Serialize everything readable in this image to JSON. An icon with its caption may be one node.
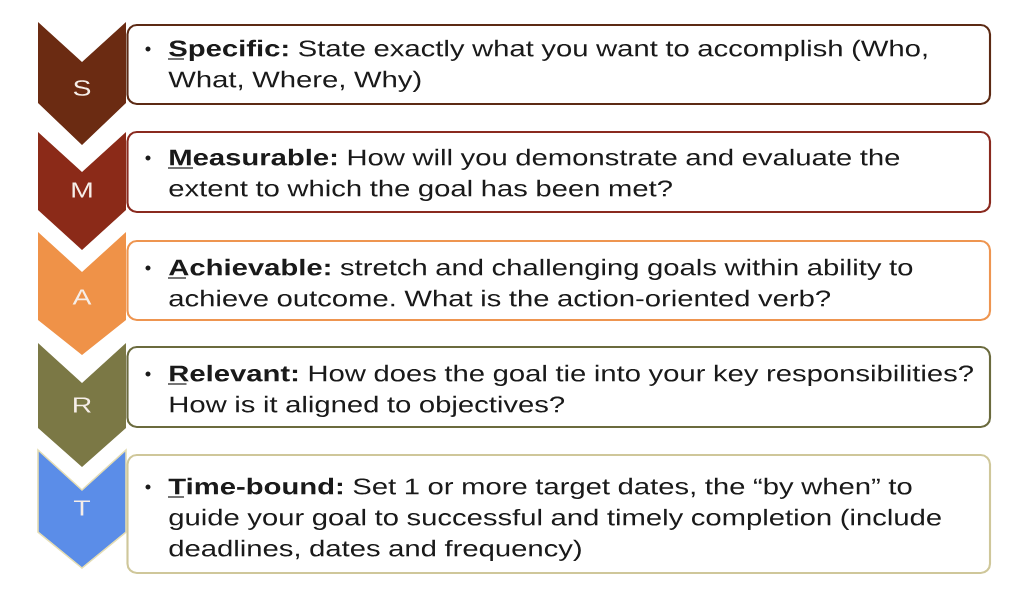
{
  "diagram": {
    "nodes": [
      {
        "text": [
          "S"
        ]
      },
      {
        "text": [
          "**Specific:** State exactly what you want to accomplish (Who, What, Where, Why)"
        ]
      },
      {
        "text": [
          "M"
        ]
      },
      {
        "text": [
          "**Measurable:** How will you demonstrate and evaluate the extent to which the goal has been met?"
        ]
      },
      {
        "text": [
          "A"
        ]
      },
      {
        "text": [
          "**Achievable:** stretch and challenging goals within ability to achieve outcome. What is the action-oriented verb?"
        ]
      },
      {
        "text": [
          "R"
        ]
      },
      {
        "text": [
          "**Relevant:** How does the goal tie into your key responsibilities? How is it aligned to objectives?"
        ]
      },
      {
        "text": [
          "T"
        ]
      },
      {
        "text": [
          "**Time-bound:** Set 1 or more target dates, the “by when” to guide your goal to successful and timely completion (include deadlines, dates and frequency)"
        ]
      }
    ]
  }
}
